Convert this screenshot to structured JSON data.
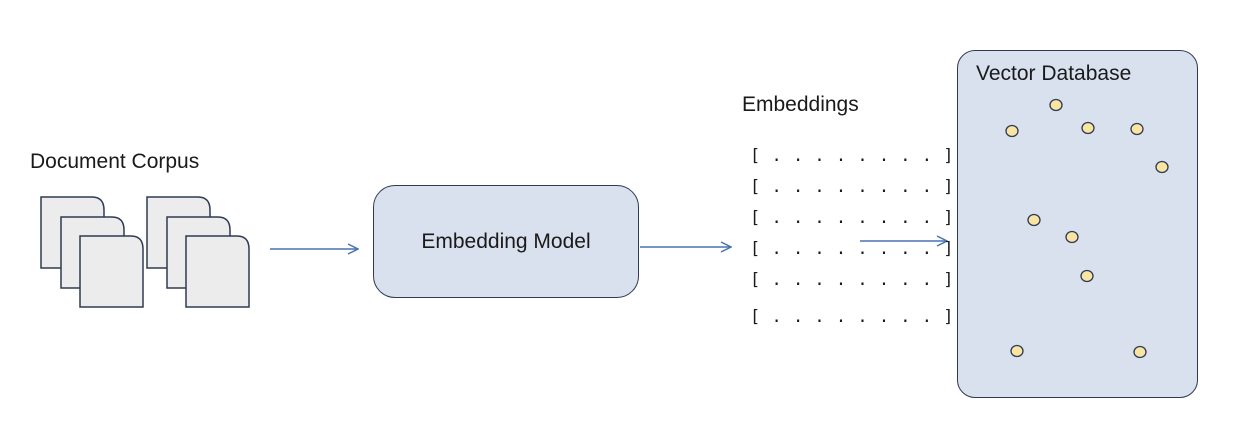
{
  "diagram": {
    "corpus_label": "Document Corpus",
    "model_label": "Embedding Model",
    "embeddings_label": "Embeddings",
    "embedding_rows": [
      "[ . . . . . . . . ]",
      "[ . . . . . . . . ]",
      "[ . . . . . . . . ]",
      "[ . . . . . . . . ]",
      "[ . . . . . . . . ]",
      "[ . . . . . . . . ]"
    ],
    "database_label": "Vector Database"
  },
  "colors": {
    "box_fill": "#d9e1ef",
    "box_stroke": "#2f3b52",
    "arrow": "#4a72b0",
    "document_fill": "#ececec",
    "point_fill": "#f9e5a1"
  },
  "icons": [
    "document-icon"
  ]
}
